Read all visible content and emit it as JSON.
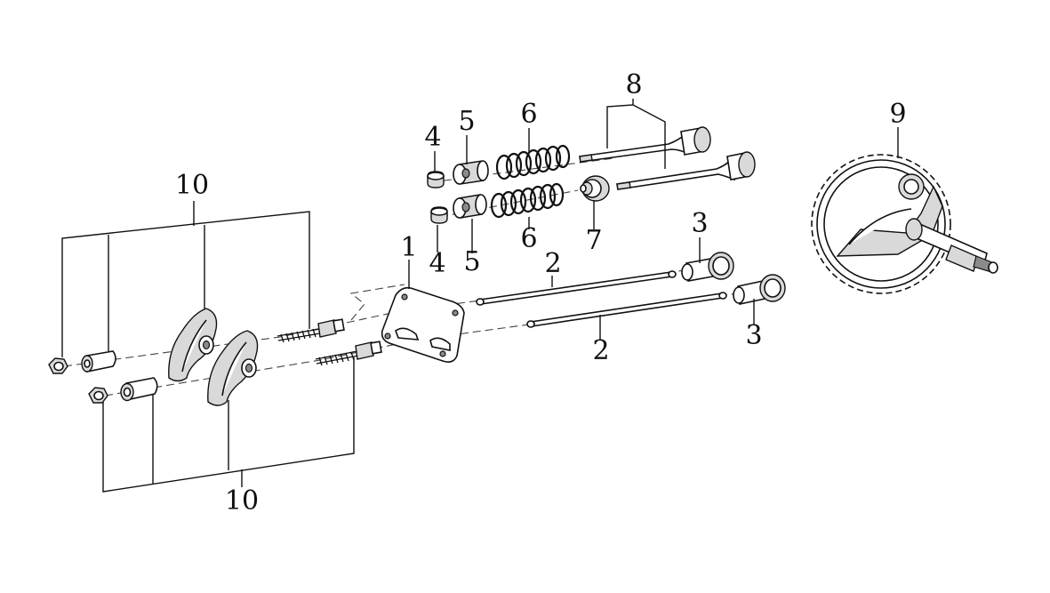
{
  "diagram": {
    "colors": {
      "line": "#111111",
      "background": "#ffffff",
      "shade": "#d9d9d9",
      "dark_shade": "#8a8a8a"
    },
    "callouts": {
      "c1": "1",
      "c2_upper": "2",
      "c2_lower": "2",
      "c3_upper": "3",
      "c3_lower": "3",
      "c4_upper": "4",
      "c4_lower": "4",
      "c5_upper": "5",
      "c5_lower": "5",
      "c6_upper": "6",
      "c6_lower": "6",
      "c7": "7",
      "c8": "8",
      "c9": "9",
      "c10_upper": "10",
      "c10_lower": "10"
    }
  }
}
